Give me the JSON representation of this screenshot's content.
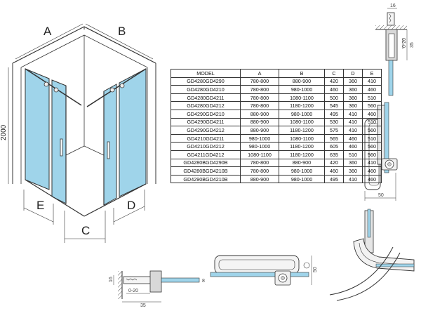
{
  "labels": {
    "a": "A",
    "b": "B",
    "c": "C",
    "d": "D",
    "e": "E",
    "height": "2000"
  },
  "colors": {
    "glass": "#9fd4ea",
    "glass_light": "#c9e9f6",
    "line": "#333333",
    "profile": "#d8d8d8"
  },
  "table": {
    "headers": [
      "MODEL",
      "A",
      "B",
      "C",
      "D",
      "E"
    ],
    "rows": [
      [
        "GD4280GD4290",
        "780-800",
        "880-900",
        "420",
        "360",
        "410"
      ],
      [
        "GD4280GD4210",
        "780-800",
        "980-1000",
        "460",
        "360",
        "460"
      ],
      [
        "GD4280GD4211",
        "780-800",
        "1080-1100",
        "500",
        "360",
        "510"
      ],
      [
        "GD4280GD4212",
        "780-800",
        "1180-1200",
        "545",
        "360",
        "560"
      ],
      [
        "GD4290GD4210",
        "880-900",
        "980-1000",
        "495",
        "410",
        "460"
      ],
      [
        "GD4290GD4211",
        "880-900",
        "1080-1100",
        "530",
        "410",
        "510"
      ],
      [
        "GD4290GD4212",
        "880-900",
        "1180-1200",
        "575",
        "410",
        "560"
      ],
      [
        "GD4210GD4211",
        "980-1000",
        "1080-1100",
        "565",
        "460",
        "510"
      ],
      [
        "GD4210GD4212",
        "980-1000",
        "1180-1200",
        "605",
        "460",
        "560"
      ],
      [
        "GD4211GD4212",
        "1080-1100",
        "1180-1200",
        "635",
        "510",
        "560"
      ],
      [
        "GD4280BGD4290B",
        "780-800",
        "880-900",
        "420",
        "360",
        "410"
      ],
      [
        "GD4280BGD4210B",
        "780-800",
        "980-1000",
        "460",
        "360",
        "460"
      ],
      [
        "GD4290BGD4210B",
        "880-900",
        "980-1000",
        "495",
        "410",
        "460"
      ]
    ]
  },
  "details": {
    "top_right": {
      "w": "16",
      "h": "35",
      "adj": "0-20"
    },
    "mid_right": {
      "w": "50"
    },
    "bottom_left": {
      "h": "16",
      "w": "35",
      "adj": "0-20",
      "t": "8"
    },
    "bottom_mid": {
      "h": "50"
    }
  }
}
